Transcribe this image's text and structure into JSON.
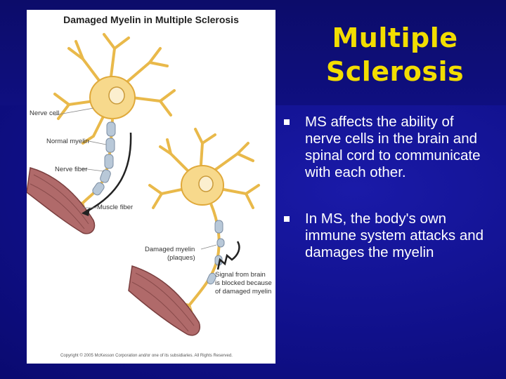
{
  "slide": {
    "title": "Multiple Sclerosis",
    "bullets": [
      "MS affects the ability of nerve cells in the brain and spinal cord to communicate with each other.",
      "In MS, the body's own immune system attacks and damages the myelin"
    ]
  },
  "figure": {
    "title": "Damaged Myelin in Multiple Sclerosis",
    "labels": {
      "nerve_cell": "Nerve cell",
      "normal_myelin": "Normal myelin",
      "nerve_fiber": "Nerve fiber",
      "muscle_fiber": "Muscle fiber",
      "damaged_myelin_1": "Damaged myelin",
      "damaged_myelin_2": "(plaques)",
      "signal_1": "Signal from brain",
      "signal_2": "is blocked because",
      "signal_3": "of damaged myelin"
    },
    "copyright": "Copyright © 2005 McKesson Corporation and/or one of its subsidiaries. All Rights Reserved."
  },
  "colors": {
    "background": "#10108a",
    "title": "#f2dd00",
    "text": "#ffffff",
    "neuron": "#f7d98c",
    "muscle": "#b06a6a",
    "myelin": "#b8c8d8"
  }
}
